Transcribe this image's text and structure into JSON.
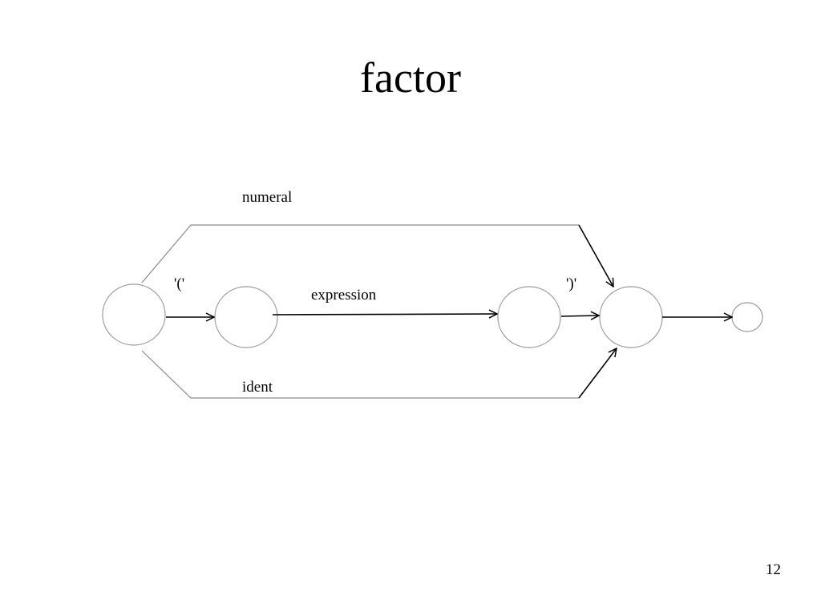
{
  "slide": {
    "title": "factor",
    "number": "12"
  },
  "diagram": {
    "labels": {
      "numeral": "numeral",
      "open_paren": "'('",
      "expression": "expression",
      "close_paren": "')'",
      "ident": "ident"
    },
    "colors": {
      "stroke": "#000000",
      "node_outline": "#9a9a9a",
      "edge_outline": "#8a8a8a"
    }
  }
}
